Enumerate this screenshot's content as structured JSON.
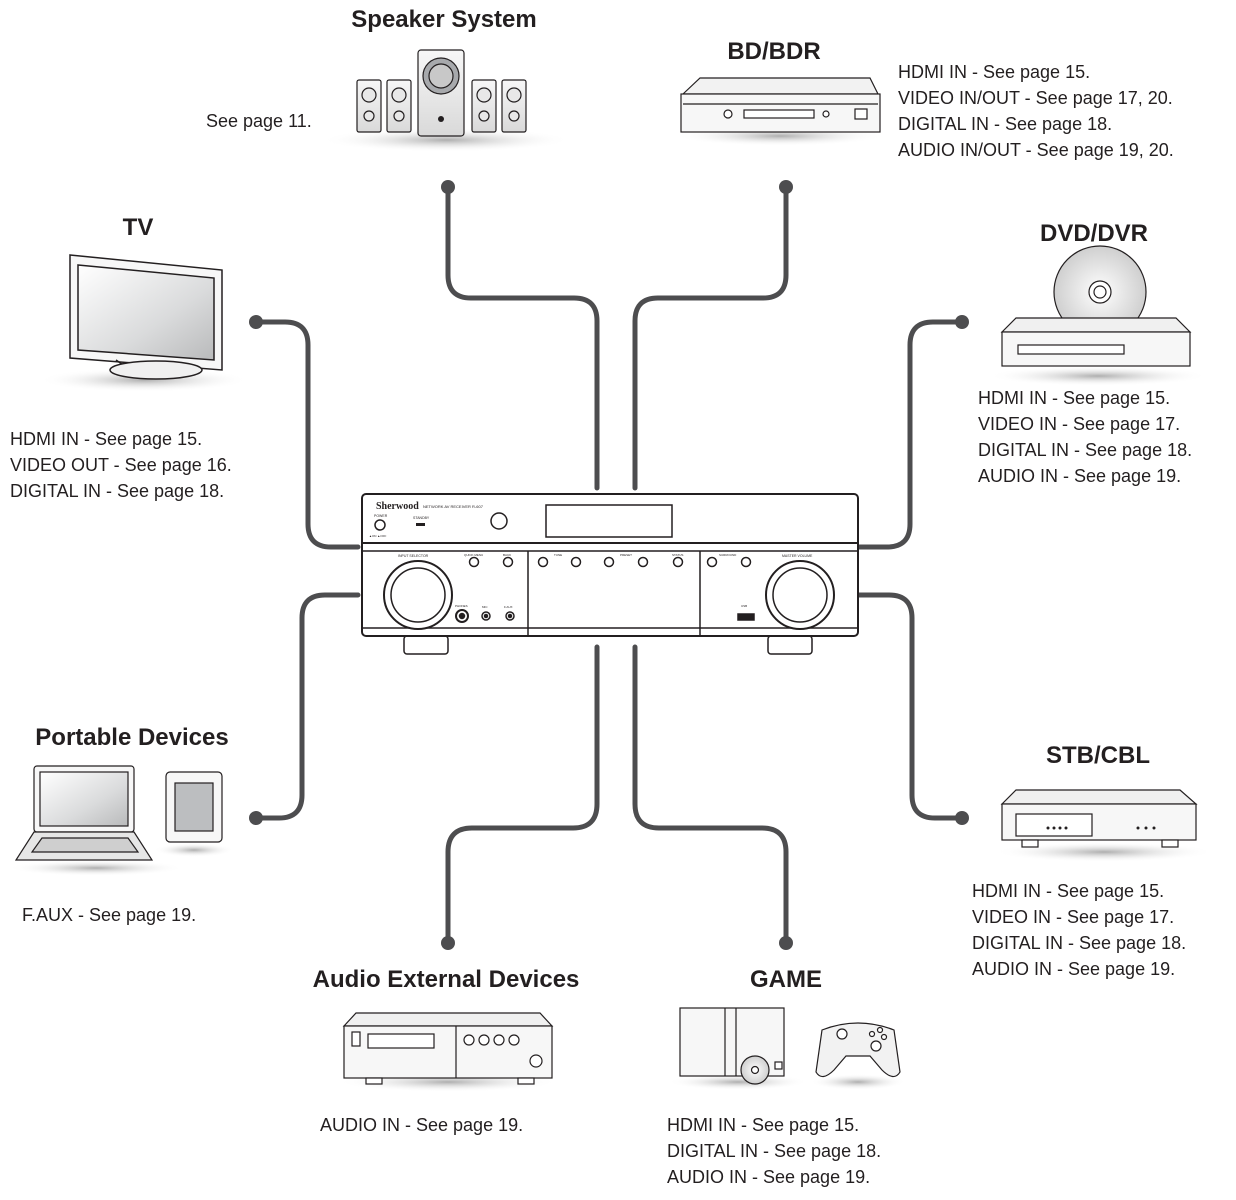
{
  "receiver": {
    "brand": "Sherwood",
    "model": "NETWORK AV RECEIVER R-607",
    "labels": {
      "power": "POWER",
      "power_states": "▲ON  ▲OFF",
      "standby": "STANDBY",
      "input_selector": "INPUT SELECTOR",
      "quick_menu": "QUICK MENU",
      "back": "BACK",
      "tune": "TUNE",
      "preset": "PRESET",
      "status": "STATUS",
      "surround": "SURROUND",
      "master_volume": "MASTER VOLUME",
      "phones": "PHONES",
      "mic": "MIC",
      "faux": "F.AUX",
      "usb": "USB"
    }
  },
  "devices": {
    "speaker": {
      "title": "Speaker System",
      "lines": [
        "See page 11."
      ]
    },
    "bd": {
      "title": "BD/BDR",
      "lines": [
        "HDMI IN - See page 15.",
        "VIDEO IN/OUT - See page 17, 20.",
        "DIGITAL IN - See page 18.",
        "AUDIO IN/OUT - See page 19, 20."
      ]
    },
    "tv": {
      "title": "TV",
      "lines": [
        "HDMI IN - See page 15.",
        "VIDEO OUT - See page 16.",
        "DIGITAL IN - See page 18."
      ]
    },
    "dvd": {
      "title": "DVD/DVR",
      "lines": [
        "HDMI IN - See page 15.",
        "VIDEO IN - See page 17.",
        "DIGITAL IN - See page 18.",
        "AUDIO IN - See page 19."
      ]
    },
    "portable": {
      "title": "Portable Devices",
      "lines": [
        "F.AUX - See page 19."
      ]
    },
    "stb": {
      "title": "STB/CBL",
      "lines": [
        "HDMI IN - See page 15.",
        "VIDEO IN - See page 17.",
        "DIGITAL IN - See page 18.",
        "AUDIO IN - See page 19."
      ]
    },
    "audio": {
      "title": "Audio External Devices",
      "lines": [
        "AUDIO IN - See page 19."
      ]
    },
    "game": {
      "title": "GAME",
      "lines": [
        "HDMI IN - See page 15.",
        "DIGITAL IN - See page 18.",
        "AUDIO IN - See page 19."
      ]
    }
  },
  "colors": {
    "line": "#4d4d4f",
    "text": "#231f20",
    "outline": "#231f20"
  }
}
